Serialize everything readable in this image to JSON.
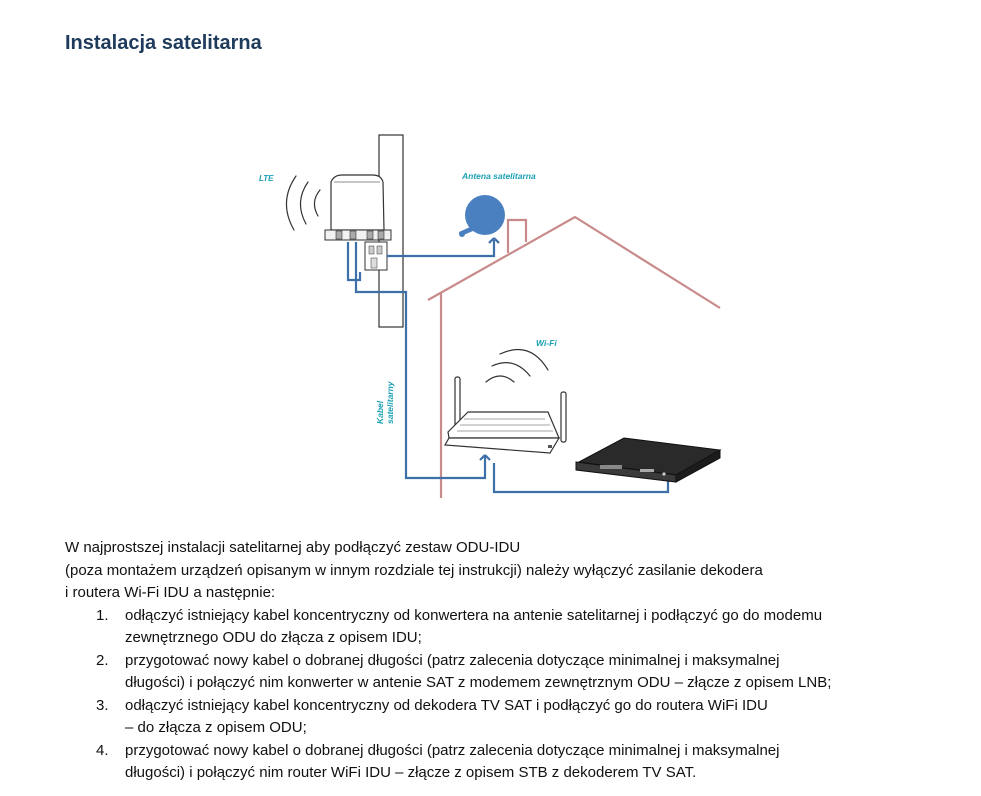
{
  "title": "Instalacja satelitarna",
  "diagram": {
    "lte_label": "LTE",
    "satellite_antenna_label": "Antena satelitarna",
    "wifi_label": "Wi-Fi",
    "cable_label_line1": "Kabel",
    "cable_label_line2": "satelitarny",
    "colors": {
      "cable": "#3d6fa8",
      "house": "#c88a8a",
      "labels": "#1aa0b4",
      "dish": "#4a7fc0"
    }
  },
  "intro": {
    "line1": "W najprostszej instalacji satelitarnej aby  podłączyć zestaw ODU-IDU",
    "line2": "(poza montażem urządzeń opisanym w innym rozdziale tej instrukcji) należy wyłączyć zasilanie dekodera",
    "line3": "i routera Wi-Fi IDU a następnie:"
  },
  "steps": [
    {
      "num": "1.",
      "line1": "odłączyć istniejący kabel koncentryczny od konwertera na antenie satelitarnej i podłączyć go do modemu",
      "line2": "zewnętrznego ODU do złącza z opisem IDU;"
    },
    {
      "num": "2.",
      "line1": "przygotować nowy kabel o dobranej długości (patrz zalecenia dotyczące minimalnej i maksymalnej",
      "line2": "długości) i połączyć nim konwerter w antenie SAT z modemem zewnętrznym ODU – złącze z opisem LNB;"
    },
    {
      "num": "3.",
      "line1": "odłączyć istniejący kabel koncentryczny od dekodera TV SAT i podłączyć go do routera WiFi IDU",
      "line2": "– do złącza z opisem ODU;"
    },
    {
      "num": "4.",
      "line1": "przygotować nowy kabel o dobranej długości (patrz zalecenia dotyczące minimalnej i maksymalnej",
      "line2": "długości) i połączyć nim router WiFi IDU – złącze z opisem STB z dekoderem TV SAT."
    }
  ]
}
